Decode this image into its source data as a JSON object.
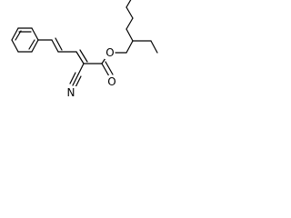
{
  "molecule": {
    "atoms": {
      "ester_O": "O",
      "carbonyl_O": "O",
      "nitrile_N": "N"
    }
  }
}
